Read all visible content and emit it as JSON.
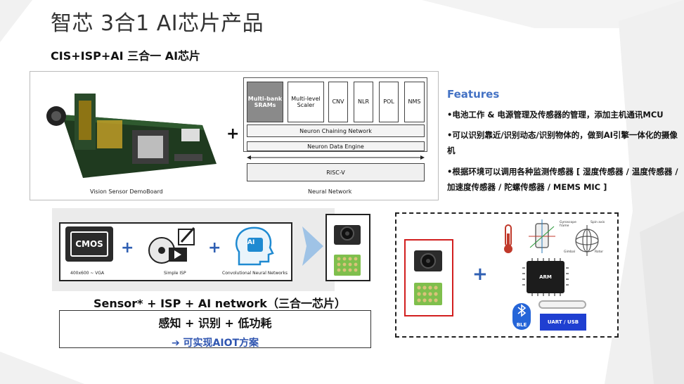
{
  "title": "智芯 3合1 AI芯片产品",
  "subtitle": "CIS+ISP+AI  三合一 AI芯片",
  "diagram_top": {
    "board_caption": "Vision Sensor DemoBoard",
    "nn_caption": "Neural Network",
    "plus": "+",
    "modules": [
      "Multi-bank SRAMs",
      "Multi-level Scaler",
      "CNV",
      "NLR",
      "POL",
      "NMS"
    ],
    "chaining": "Neuron Chaining Network",
    "engine": "Neuron Data  Engine",
    "riscv": "RISC-V"
  },
  "features": {
    "title": "Features",
    "items": [
      "•电池工作 & 电源管理及传感器的管理，添加主机通讯MCU",
      "•可以识别靠近/识别动态/识别物体的，做到AI引擎一体化的摄像机",
      "•根据环境可以调用各种监测传感器 [ 湿度传感器 / 温度传感器 / 加速度传感器 / 陀螺传感器 / MEMS MIC ]"
    ]
  },
  "pipeline": {
    "cmos_label": "CMOS",
    "cmos_caption": "400x600 ~ VGA",
    "isp_caption": "Simple ISP",
    "cnn_caption": "Convolutional Neural Networks",
    "ai_label": "AI",
    "plus": "+"
  },
  "sensor_text": "Sensor* + ISP + AI network（三合一芯片）",
  "sense_line": "感知 + 识别  + 低功耗",
  "aiot_line": "➔ 可实现AIOT方案",
  "right_panel": {
    "plus": "+",
    "uart": "UART / USB",
    "ble": "BLE",
    "arm": "ARM",
    "gyro_labels": [
      "Gyroscope frame",
      "Spin axis",
      "Gimbal",
      "Rotor"
    ]
  },
  "colors": {
    "accent_blue": "#4472c4",
    "aiot_blue": "#2f55b0",
    "red_box": "#d21f1f",
    "uart_blue": "#1f3fd1"
  }
}
